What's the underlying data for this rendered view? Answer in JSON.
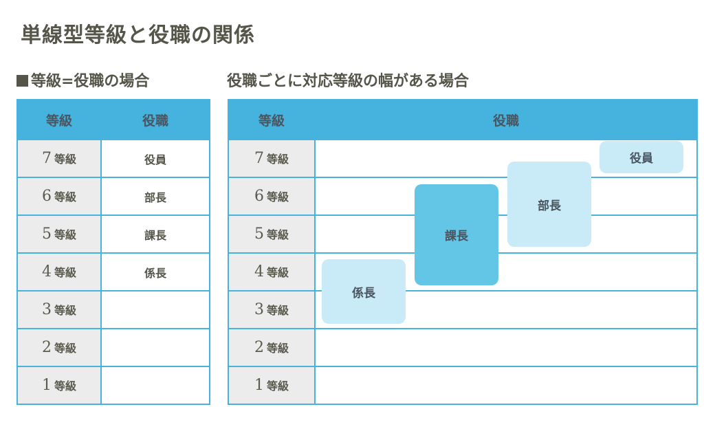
{
  "title": "単線型等級と役職の関係",
  "left": {
    "subtitle_marker": "■",
    "subtitle": "等級=役職の場合",
    "headers": [
      "等級",
      "役職"
    ],
    "rows": [
      {
        "num": "7",
        "unit": "等級",
        "position": "役員"
      },
      {
        "num": "6",
        "unit": "等級",
        "position": "部長"
      },
      {
        "num": "5",
        "unit": "等級",
        "position": "課長"
      },
      {
        "num": "4",
        "unit": "等級",
        "position": "係長"
      },
      {
        "num": "3",
        "unit": "等級",
        "position": ""
      },
      {
        "num": "2",
        "unit": "等級",
        "position": ""
      },
      {
        "num": "1",
        "unit": "等級",
        "position": ""
      }
    ]
  },
  "right": {
    "subtitle": "役職ごとに対応等級の幅がある場合",
    "headers": [
      "等級",
      "役職"
    ],
    "rows": [
      {
        "num": "7",
        "unit": "等級"
      },
      {
        "num": "6",
        "unit": "等級"
      },
      {
        "num": "5",
        "unit": "等級"
      },
      {
        "num": "4",
        "unit": "等級"
      },
      {
        "num": "3",
        "unit": "等級"
      },
      {
        "num": "2",
        "unit": "等級"
      },
      {
        "num": "1",
        "unit": "等級"
      }
    ],
    "ranges": [
      {
        "label": "係長",
        "grade_from": 3,
        "grade_to": 4
      },
      {
        "label": "課長",
        "grade_from": 4,
        "grade_to": 6
      },
      {
        "label": "部長",
        "grade_from": 5,
        "grade_to": 6
      },
      {
        "label": "役員",
        "grade_from": 7,
        "grade_to": 7
      }
    ]
  },
  "colors": {
    "header": "#45b3de",
    "grade_cell": "#ececec",
    "range_light": "#c9ebf8",
    "range_highlight": "#63c6e6",
    "text": "#55554a"
  }
}
